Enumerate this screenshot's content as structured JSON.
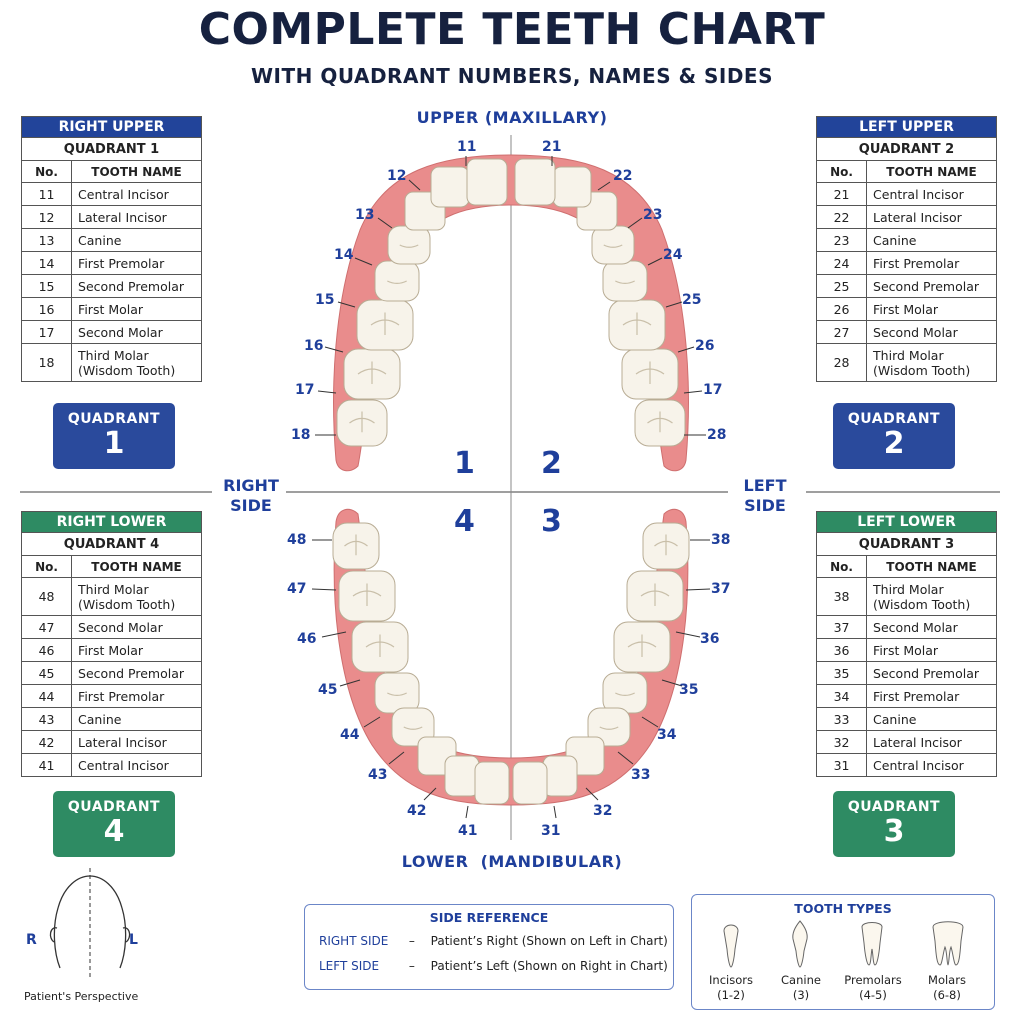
{
  "title": "COMPLETE TEETH CHART",
  "subtitle": "WITH QUADRANT NUMBERS, NAMES & SIDES",
  "upper_label": "UPPER (MAXILLARY)",
  "lower_label": "LOWER  (MANDIBULAR)",
  "right_side": [
    "RIGHT",
    "SIDE"
  ],
  "left_side": [
    "LEFT",
    "SIDE"
  ],
  "center_numbers": {
    "q1": "1",
    "q2": "2",
    "q3": "3",
    "q4": "4"
  },
  "col_no": "No.",
  "col_name": "TOOTH NAME",
  "tables": {
    "ru": {
      "title": "RIGHT UPPER",
      "quadrant": "QUADRANT 1",
      "rows": [
        {
          "no": "11",
          "name": "Central Incisor"
        },
        {
          "no": "12",
          "name": "Lateral Incisor"
        },
        {
          "no": "13",
          "name": "Canine"
        },
        {
          "no": "14",
          "name": "First Premolar"
        },
        {
          "no": "15",
          "name": "Second Premolar"
        },
        {
          "no": "16",
          "name": "First Molar"
        },
        {
          "no": "17",
          "name": "Second Molar"
        },
        {
          "no": "18",
          "name": "Third Molar",
          "name2": "(Wisdom Tooth)"
        }
      ]
    },
    "lu": {
      "title": "LEFT UPPER",
      "quadrant": "QUADRANT 2",
      "rows": [
        {
          "no": "21",
          "name": "Central Incisor"
        },
        {
          "no": "22",
          "name": "Lateral Incisor"
        },
        {
          "no": "23",
          "name": "Canine"
        },
        {
          "no": "24",
          "name": "First Premolar"
        },
        {
          "no": "25",
          "name": "Second Premolar"
        },
        {
          "no": "26",
          "name": "First Molar"
        },
        {
          "no": "27",
          "name": "Second Molar"
        },
        {
          "no": "28",
          "name": "Third Molar",
          "name2": "(Wisdom Tooth)"
        }
      ]
    },
    "rl": {
      "title": "RIGHT LOWER",
      "quadrant": "QUADRANT 4",
      "rows": [
        {
          "no": "48",
          "name": "Third Molar",
          "name2": "(Wisdom Tooth)"
        },
        {
          "no": "47",
          "name": "Second Molar"
        },
        {
          "no": "46",
          "name": "First Molar"
        },
        {
          "no": "45",
          "name": "Second Premolar"
        },
        {
          "no": "44",
          "name": "First Premolar"
        },
        {
          "no": "43",
          "name": "Canine"
        },
        {
          "no": "42",
          "name": "Lateral Incisor"
        },
        {
          "no": "41",
          "name": "Central Incisor"
        }
      ]
    },
    "ll": {
      "title": "LEFT LOWER",
      "quadrant": "QUADRANT 3",
      "rows": [
        {
          "no": "38",
          "name": "Third Molar",
          "name2": "(Wisdom Tooth)"
        },
        {
          "no": "37",
          "name": "Second Molar"
        },
        {
          "no": "36",
          "name": "First Molar"
        },
        {
          "no": "35",
          "name": "Second Premolar"
        },
        {
          "no": "34",
          "name": "First Premolar"
        },
        {
          "no": "33",
          "name": "Canine"
        },
        {
          "no": "32",
          "name": "Lateral Incisor"
        },
        {
          "no": "31",
          "name": "Central Incisor"
        }
      ]
    }
  },
  "badges": {
    "q1": {
      "label": "QUADRANT",
      "number": "1"
    },
    "q2": {
      "label": "QUADRANT",
      "number": "2"
    },
    "q4": {
      "label": "QUADRANT",
      "number": "4"
    },
    "q3": {
      "label": "QUADRANT",
      "number": "3"
    }
  },
  "upper_numbers": {
    "right": [
      "11",
      "12",
      "13",
      "14",
      "15",
      "16",
      "17",
      "18"
    ],
    "left": [
      "21",
      "22",
      "23",
      "24",
      "25",
      "26",
      "17",
      "28"
    ]
  },
  "lower_numbers": {
    "right": [
      "48",
      "47",
      "46",
      "45",
      "44",
      "43",
      "42",
      "41"
    ],
    "left": [
      "38",
      "37",
      "36",
      "35",
      "34",
      "33",
      "32",
      "31"
    ]
  },
  "head": {
    "r": "R",
    "l": "L",
    "caption": "Patient's Perspective"
  },
  "side_reference": {
    "title": "SIDE REFERENCE",
    "rows": [
      {
        "label": "RIGHT SIDE",
        "dash": "–",
        "text": "Patient’s Right (Shown on Left in Chart)"
      },
      {
        "label": "LEFT SIDE",
        "dash": "–",
        "text": "Patient’s Left (Shown on Right in Chart)"
      }
    ]
  },
  "tooth_types": {
    "title": "TOOTH TYPES",
    "items": [
      {
        "name": "Incisors",
        "range": "(1-2)"
      },
      {
        "name": "Canine",
        "range": "(3)"
      },
      {
        "name": "Premolars",
        "range": "(4-5)"
      },
      {
        "name": "Molars",
        "range": "(6-8)"
      }
    ]
  },
  "colors": {
    "navy": "#16213f",
    "blue": "#22449a",
    "green": "#2e8b63",
    "gum": "#e98c8c",
    "tooth": "#f7f3ea"
  }
}
